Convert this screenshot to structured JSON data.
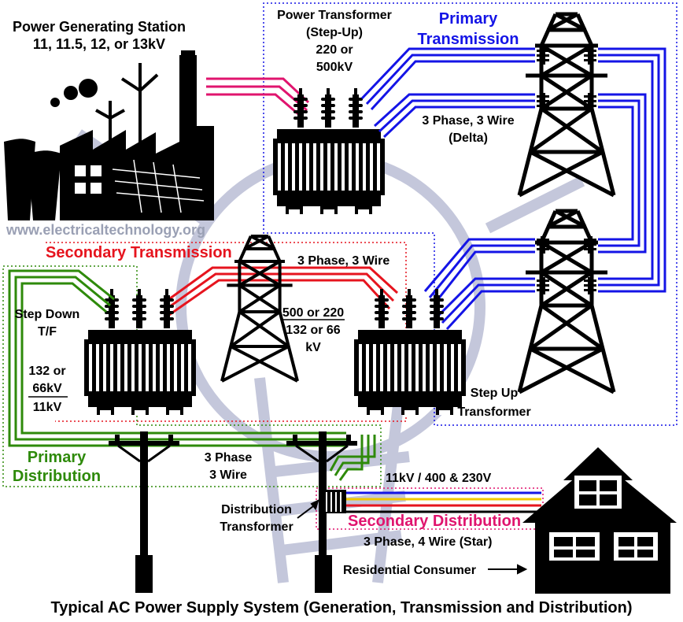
{
  "title": "Typical AC Power Supply System (Generation, Transmission and Distribution)",
  "watermark": "www.electricaltechnology.org",
  "labels": {
    "generating_station_line1": "Power Generating Station",
    "generating_station_line2": "11, 11.5, 12, or 13kV",
    "power_transformer_line1": "Power Transformer",
    "power_transformer_line2": "(Step-Up)",
    "power_transformer_line3": "220 or",
    "power_transformer_line4": "500kV",
    "primary_transmission_line1": "Primary",
    "primary_transmission_line2": "Transmission",
    "three_phase_delta_line1": "3 Phase, 3 Wire",
    "three_phase_delta_line2": "(Delta)",
    "secondary_transmission": "Secondary Transmission",
    "three_phase_3wire_mid": "3 Phase, 3 Wire",
    "voltage_mid_line1": "500 or 220",
    "voltage_mid_line2": "132 or 66",
    "voltage_mid_line3": "kV",
    "step_down_line1": "Step Down",
    "step_down_line2": "T/F",
    "step_down_ratio_line1": "132 or",
    "step_down_ratio_line2": "66kV",
    "step_down_ratio_line3": "11kV",
    "step_up_line1": "Step Up",
    "step_up_line2": "Transformer",
    "primary_distribution_line1": "Primary",
    "primary_distribution_line2": "Distribution",
    "three_phase_wire_line1": "3 Phase",
    "three_phase_wire_line2": "3 Wire",
    "dist_voltage": "11kV / 400 & 230V",
    "distribution_transformer_line1": "Distribution",
    "distribution_transformer_line2": "Transformer",
    "secondary_distribution": "Secondary Distribution",
    "star_wire": "3 Phase, 4 Wire (Star)",
    "residential_consumer": "Residential Consumer"
  },
  "colors": {
    "generation_lines": "#e0146e",
    "primary_transmission_lines": "#1414e6",
    "secondary_transmission_lines": "#e6141e",
    "primary_distribution_lines": "#2e8a0a",
    "secondary_distribution_lines": [
      "#1414e6",
      "#f0c800",
      "#e6141e"
    ],
    "watermark_bulb": "#c4c8dc"
  }
}
